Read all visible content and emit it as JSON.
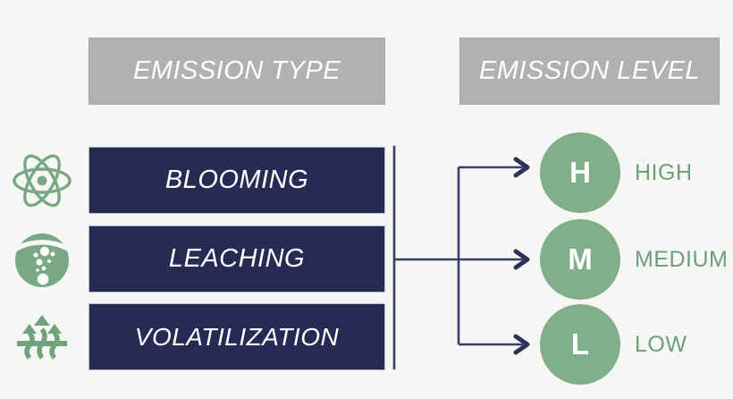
{
  "columns": {
    "type_header": "EMISSION TYPE",
    "level_header": "EMISSION LEVEL"
  },
  "emission_types": [
    {
      "label": "BLOOMING",
      "icon": "atom-icon"
    },
    {
      "label": "LEACHING",
      "icon": "droplet-bubbles-icon"
    },
    {
      "label": "VOLATILIZATION",
      "icon": "rising-vapor-arrows-icon"
    }
  ],
  "emission_levels": [
    {
      "initial": "H",
      "label": "HIGH"
    },
    {
      "initial": "M",
      "label": "MEDIUM"
    },
    {
      "initial": "L",
      "label": "LOW"
    }
  ],
  "colors": {
    "background": "#f6f6f5",
    "header_gray": "#b1b1b1",
    "navy": "#272b53",
    "green": "#80af8a",
    "label_green": "#6f9e7a",
    "white": "#ffffff"
  }
}
